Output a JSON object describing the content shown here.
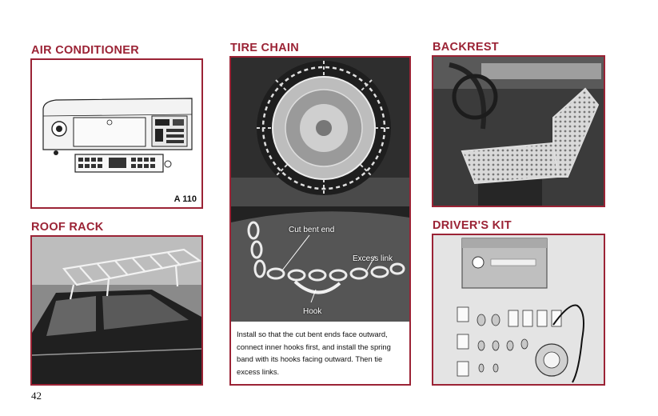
{
  "sections": {
    "air_conditioner": {
      "title": "AIR CONDITIONER",
      "code": "A 110"
    },
    "tire_chain": {
      "title": "TIRE CHAIN",
      "callouts": {
        "cut_bent_end": "Cut bent end",
        "excess_link": "Excess link",
        "hook": "Hook"
      },
      "caption": "Install so that the cut bent ends face outward, connect inner hooks first, and install the spring band with its hooks facing outward. Then tie excess links."
    },
    "backrest": {
      "title": "BACKREST"
    },
    "roof_rack": {
      "title": "ROOF RACK"
    },
    "drivers_kit": {
      "title": "DRIVER'S KIT"
    }
  },
  "page_number": "42",
  "colors": {
    "accent": "#9b2335",
    "photo_dark": "#3a3a3a"
  }
}
